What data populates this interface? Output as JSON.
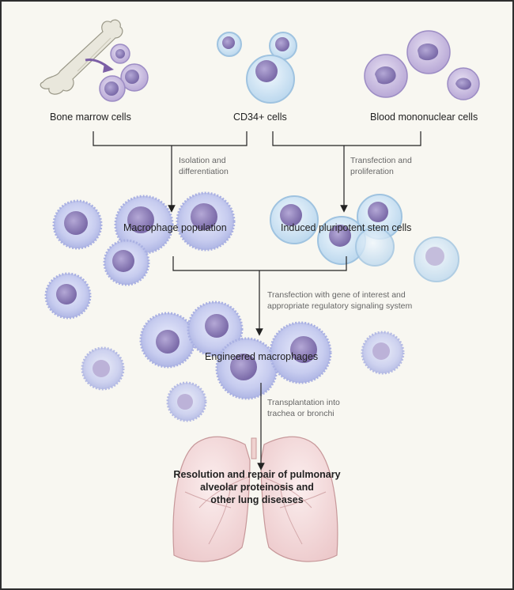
{
  "sources": {
    "bone_marrow": "Bone marrow cells",
    "cd34": "CD34+ cells",
    "blood_mononuclear": "Blood mononuclear cells"
  },
  "steps": {
    "isolation": [
      "Isolation and",
      "differentiation"
    ],
    "transfection_proliferation": [
      "Transfection and",
      "proliferation"
    ],
    "gene_transfection": [
      "Transfection with gene of interest and",
      "appropriate regulatory signaling system"
    ],
    "transplantation": [
      "Transplantation into",
      "trachea or bronchi"
    ]
  },
  "intermediates": {
    "macrophage_population": "Macrophage population",
    "ipsc": "Induced pluripotent stem cells"
  },
  "engineered": "Engineered macrophages",
  "outcome": [
    "Resolution and repair of pulmonary",
    "alveolar proteinosis and",
    "other lung diseases"
  ],
  "colors": {
    "background": "#f8f7f1",
    "arrow": "#222222",
    "macrophage": "#c9cdee",
    "nucleus": "#8f80b8",
    "stem_cell": "#d4e6f3",
    "mononuclear": "#c9bcdf",
    "lung": "#f2d9da",
    "bone": "#e6e4d9"
  }
}
